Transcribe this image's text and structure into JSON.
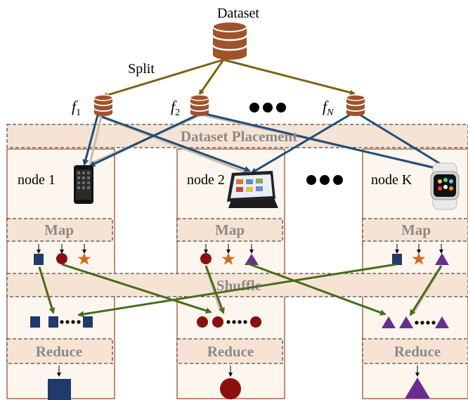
{
  "dataset_label": "Dataset",
  "split_label": "Split",
  "files": [
    {
      "base": "f",
      "sub": "1"
    },
    {
      "base": "f",
      "sub": "2"
    },
    {
      "base": "f",
      "sub": "N"
    }
  ],
  "bands": {
    "placement": "Dataset Placement",
    "shuffle": "Shuffle"
  },
  "nodes": [
    {
      "label": "node 1",
      "device": "phone-icon"
    },
    {
      "label": "node 2",
      "device": "tablet-icon"
    },
    {
      "label": "node K",
      "device": "watch-icon"
    }
  ],
  "stage_labels": {
    "map": "Map",
    "reduce": "Reduce"
  },
  "colors": {
    "navy": "#1f3a6b",
    "maroon": "#8b0f0f",
    "orange": "#d2691e",
    "purple": "#6a2c91",
    "olive": "#7a6414",
    "band_fill": "#f7e3d3",
    "node_fill": "#fdf6ee",
    "node_border": "#a0522d"
  }
}
